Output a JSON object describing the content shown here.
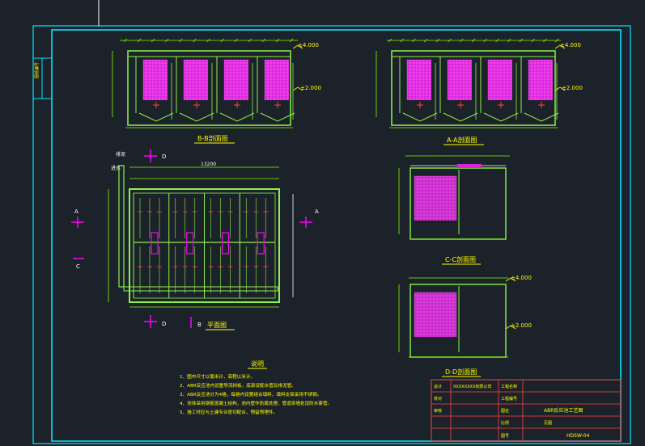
{
  "drawing": {
    "background_color": "#1c2229",
    "colors": {
      "frame": "#00e5ff",
      "tank": "#8cf24a",
      "structure": "#ffffff",
      "text": "#ffff00",
      "media": "#e020e0",
      "pipe": "#ff4040",
      "marker": "#ff00ff",
      "dim": "#7fff00"
    },
    "sheet_id_label": "图纸编号",
    "views": {
      "bb": {
        "title": "B-B剖面图",
        "elev_top": "±4.000",
        "elev_mid": "±2.000"
      },
      "aa": {
        "title": "A-A剖面图",
        "elev_top": "±4.000",
        "elev_mid": "±2.000"
      },
      "plan": {
        "title": "平面图",
        "overall_dim": "13200",
        "inlet_label": "进水",
        "drain_label": "排泥"
      },
      "cc": {
        "title": "C-C剖面图"
      },
      "dd": {
        "title": "D-D剖面图",
        "elev_top": "±4.000",
        "elev_mid": "±2.000"
      }
    },
    "section_markers": {
      "a_left": "A",
      "a_right": "A",
      "c_left": "C",
      "d_top": "D",
      "d_bottom": "D",
      "b_bottom": "B"
    },
    "notes": {
      "title": "说明",
      "items": [
        "1、图中尺寸以毫米计，高程以米计。",
        "2、ABR反应池内设置导流挡板，底部设配水管及排泥管。",
        "3、ABR反应池分为4格，每格内设置组合填料，填料支架采用不锈钢。",
        "4、池体采用钢筋混凝土结构，池内壁作防腐处理，管道穿墙处设防水套管。",
        "5、施工时应与土建专业密切配合，预留预埋件。"
      ]
    },
    "title_block": {
      "company": "XXXXXXXX有限公司",
      "project_label": "工程名称",
      "stage_label": "工程编号",
      "drawing_name_label": "图名",
      "drawing_name": "ABR反应池工艺图",
      "designer_label": "设计",
      "checker_label": "校对",
      "approver_label": "审核",
      "scale_label": "比例",
      "scale_value": "见图",
      "drawing_no_label": "图号",
      "drawing_no": "HDSW-04"
    }
  }
}
